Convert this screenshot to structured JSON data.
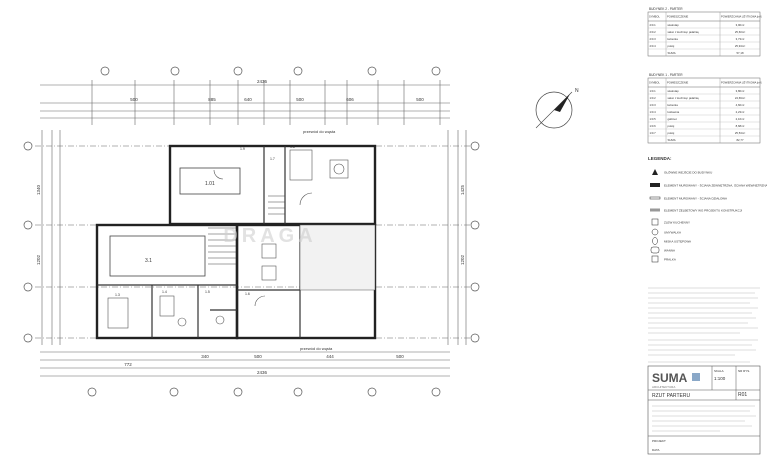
{
  "plan": {
    "north_symbol": "N",
    "dims": {
      "overall_top": "2436",
      "overall_bottom": "2436",
      "top_row": [
        "500",
        "885",
        "640",
        "500",
        "606",
        "500"
      ],
      "bottom_row": [
        "772",
        "340",
        "500",
        "444",
        "500"
      ],
      "left_col": [
        "1340",
        "1202"
      ],
      "right_col": [
        "1425",
        "1202"
      ]
    },
    "labels": {
      "upper_left_room": "1.01",
      "main_room": "3.1",
      "label_top_chimney": "przewód do wąsta",
      "label_bottom_chimney": "przewód do wąsta",
      "room_codes": [
        "1.3",
        "1.4",
        "1.5",
        "1.6",
        "1.7",
        "1.8",
        "1.9"
      ],
      "watermark": "DRAGA"
    }
  },
  "tables": [
    {
      "title": "BUDYNEK 2 - PARTER",
      "headers": [
        "SYMBOL",
        "POMIESZCZENIE",
        "POWIERZCHNIA UŻYTKOWA [m²]"
      ],
      "rows": [
        [
          "2/0.1",
          "wiatrołap",
          "3,90m²"
        ],
        [
          "2/0.2",
          "salon z kuchnią i jadalnią",
          "25,60m²"
        ],
        [
          "2/0.3",
          "łazienka",
          "3,73m²"
        ],
        [
          "2/0.4",
          "pokój",
          "25,94m²"
        ],
        [
          "",
          "SUMA",
          "57,18"
        ]
      ]
    },
    {
      "title": "BUDYNEK 1 - PARTER",
      "headers": [
        "SYMBOL",
        "POMIESZCZENIE",
        "POWIERZCHNIA UŻYTKOWA [m²]"
      ],
      "rows": [
        [
          "1/0.1",
          "wiatrołap",
          "3,80m²"
        ],
        [
          "1/0.2",
          "salon z kuchnią i jadalnią",
          "24,69m²"
        ],
        [
          "1/0.3",
          "łazienka",
          "4,60m²"
        ],
        [
          "1/0.4",
          "kotłownia",
          "2,23m²"
        ],
        [
          "1/0.5",
          "gabinet",
          "2,16m²"
        ],
        [
          "1/0.6",
          "pokój",
          "8,68m²"
        ],
        [
          "1/0.7",
          "pokój",
          "25,53m²"
        ],
        [
          "",
          "SUMA",
          "82,77"
        ]
      ]
    }
  ],
  "legend": {
    "title": "LEGENDA:",
    "items": [
      "GŁÓWNE WEJŚCIE DO BUDYNKU",
      "ELEMENT MUROWANY - ŚCIANA ZEWNĘTRZNA, ŚCIANA WEWNĘTRZNA NOŚNA",
      "ELEMENT MUROWANY - ŚCIANA DZIAŁOWA",
      "ELEMENT ŻELBETOWY WG PROJEKTU KONSTRUKCJI",
      "ZLEW KUCHENNY",
      "UMYWALKA",
      "MISKA USTĘPOWA",
      "WANNA",
      "PRALKA"
    ]
  },
  "title_block": {
    "company": "SUMA",
    "company_sub": "ARCHITEKTURA",
    "drawing_title": "RZUT PARTERU",
    "scale_label": "SKALA",
    "scale": "1:100",
    "sheet_label": "NR RYS.",
    "sheet": "R01",
    "project_label": "PROJEKT",
    "date_label": "DATA"
  }
}
